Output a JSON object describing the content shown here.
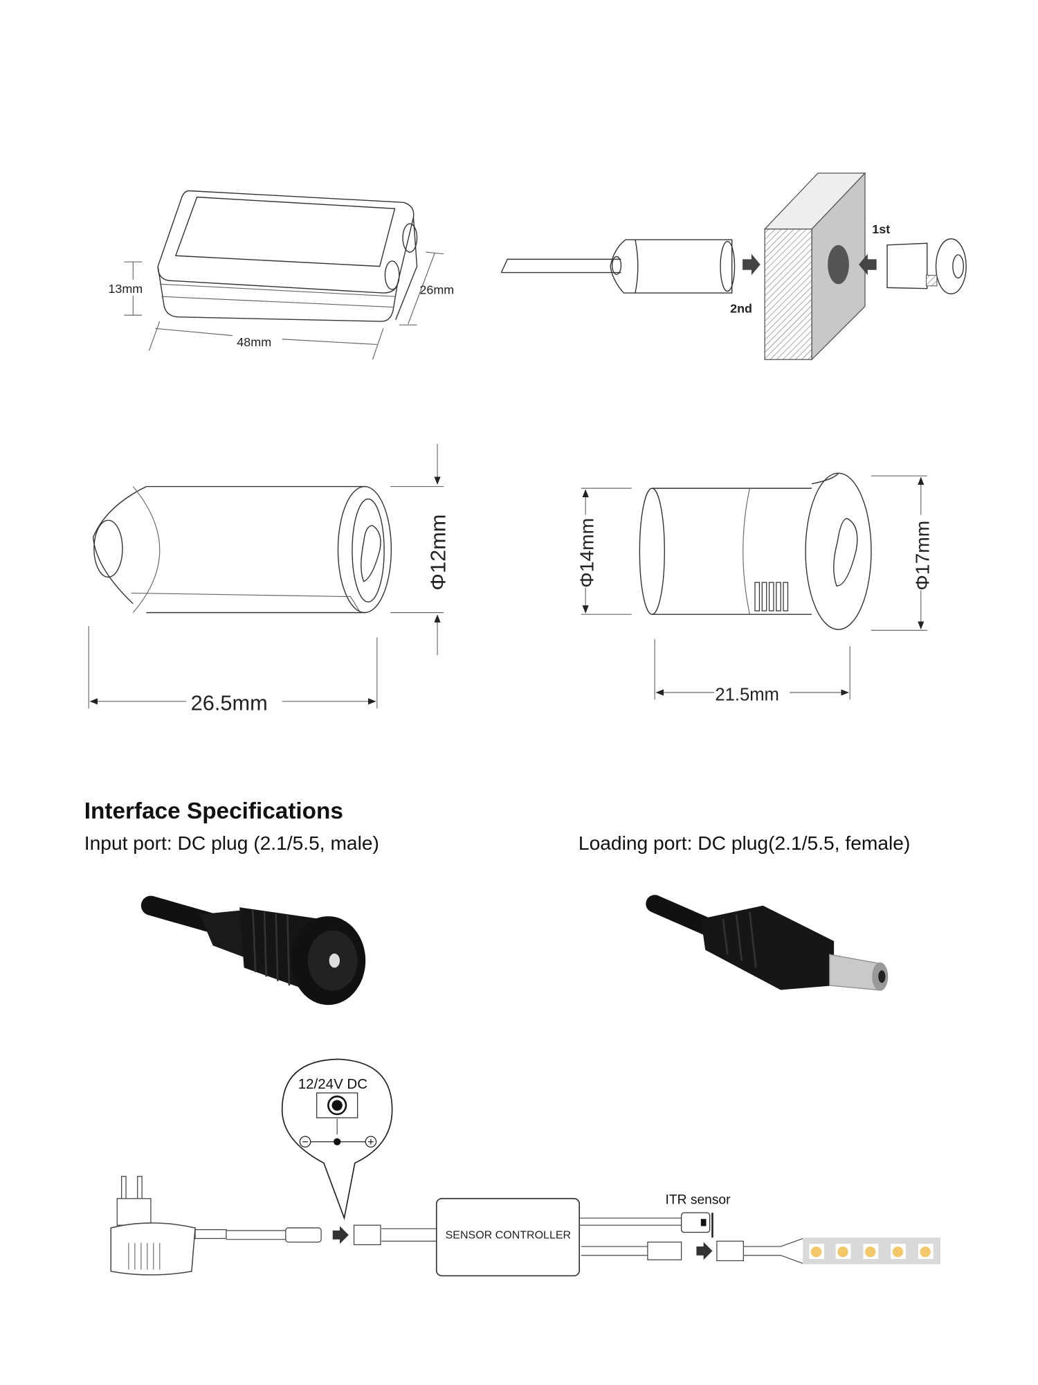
{
  "dimensions": {
    "controller": {
      "height": "13mm",
      "depth": "26mm",
      "width": "48mm"
    },
    "install_steps": {
      "first": "1st",
      "second": "2nd"
    },
    "sensor_plug": {
      "diameter": "Φ12mm",
      "length": "26.5mm"
    },
    "sensor_head": {
      "inner_diameter": "Φ14mm",
      "outer_diameter": "Φ17mm",
      "length": "21.5mm"
    }
  },
  "interface": {
    "title": "Interface Specifications",
    "input_port": "Input port: DC plug (2.1/5.5, male)",
    "loading_port": "Loading port: DC plug(2.1/5.5, female)"
  },
  "wiring": {
    "voltage": "12/24V DC",
    "controller_label": "SENSOR CONTROLLER",
    "sensor_label": "ITR sensor"
  },
  "colors": {
    "led": "#f2c86a",
    "strip": "#d9d9d9",
    "wall": "#c8c8c8",
    "arrow": "#444444"
  }
}
